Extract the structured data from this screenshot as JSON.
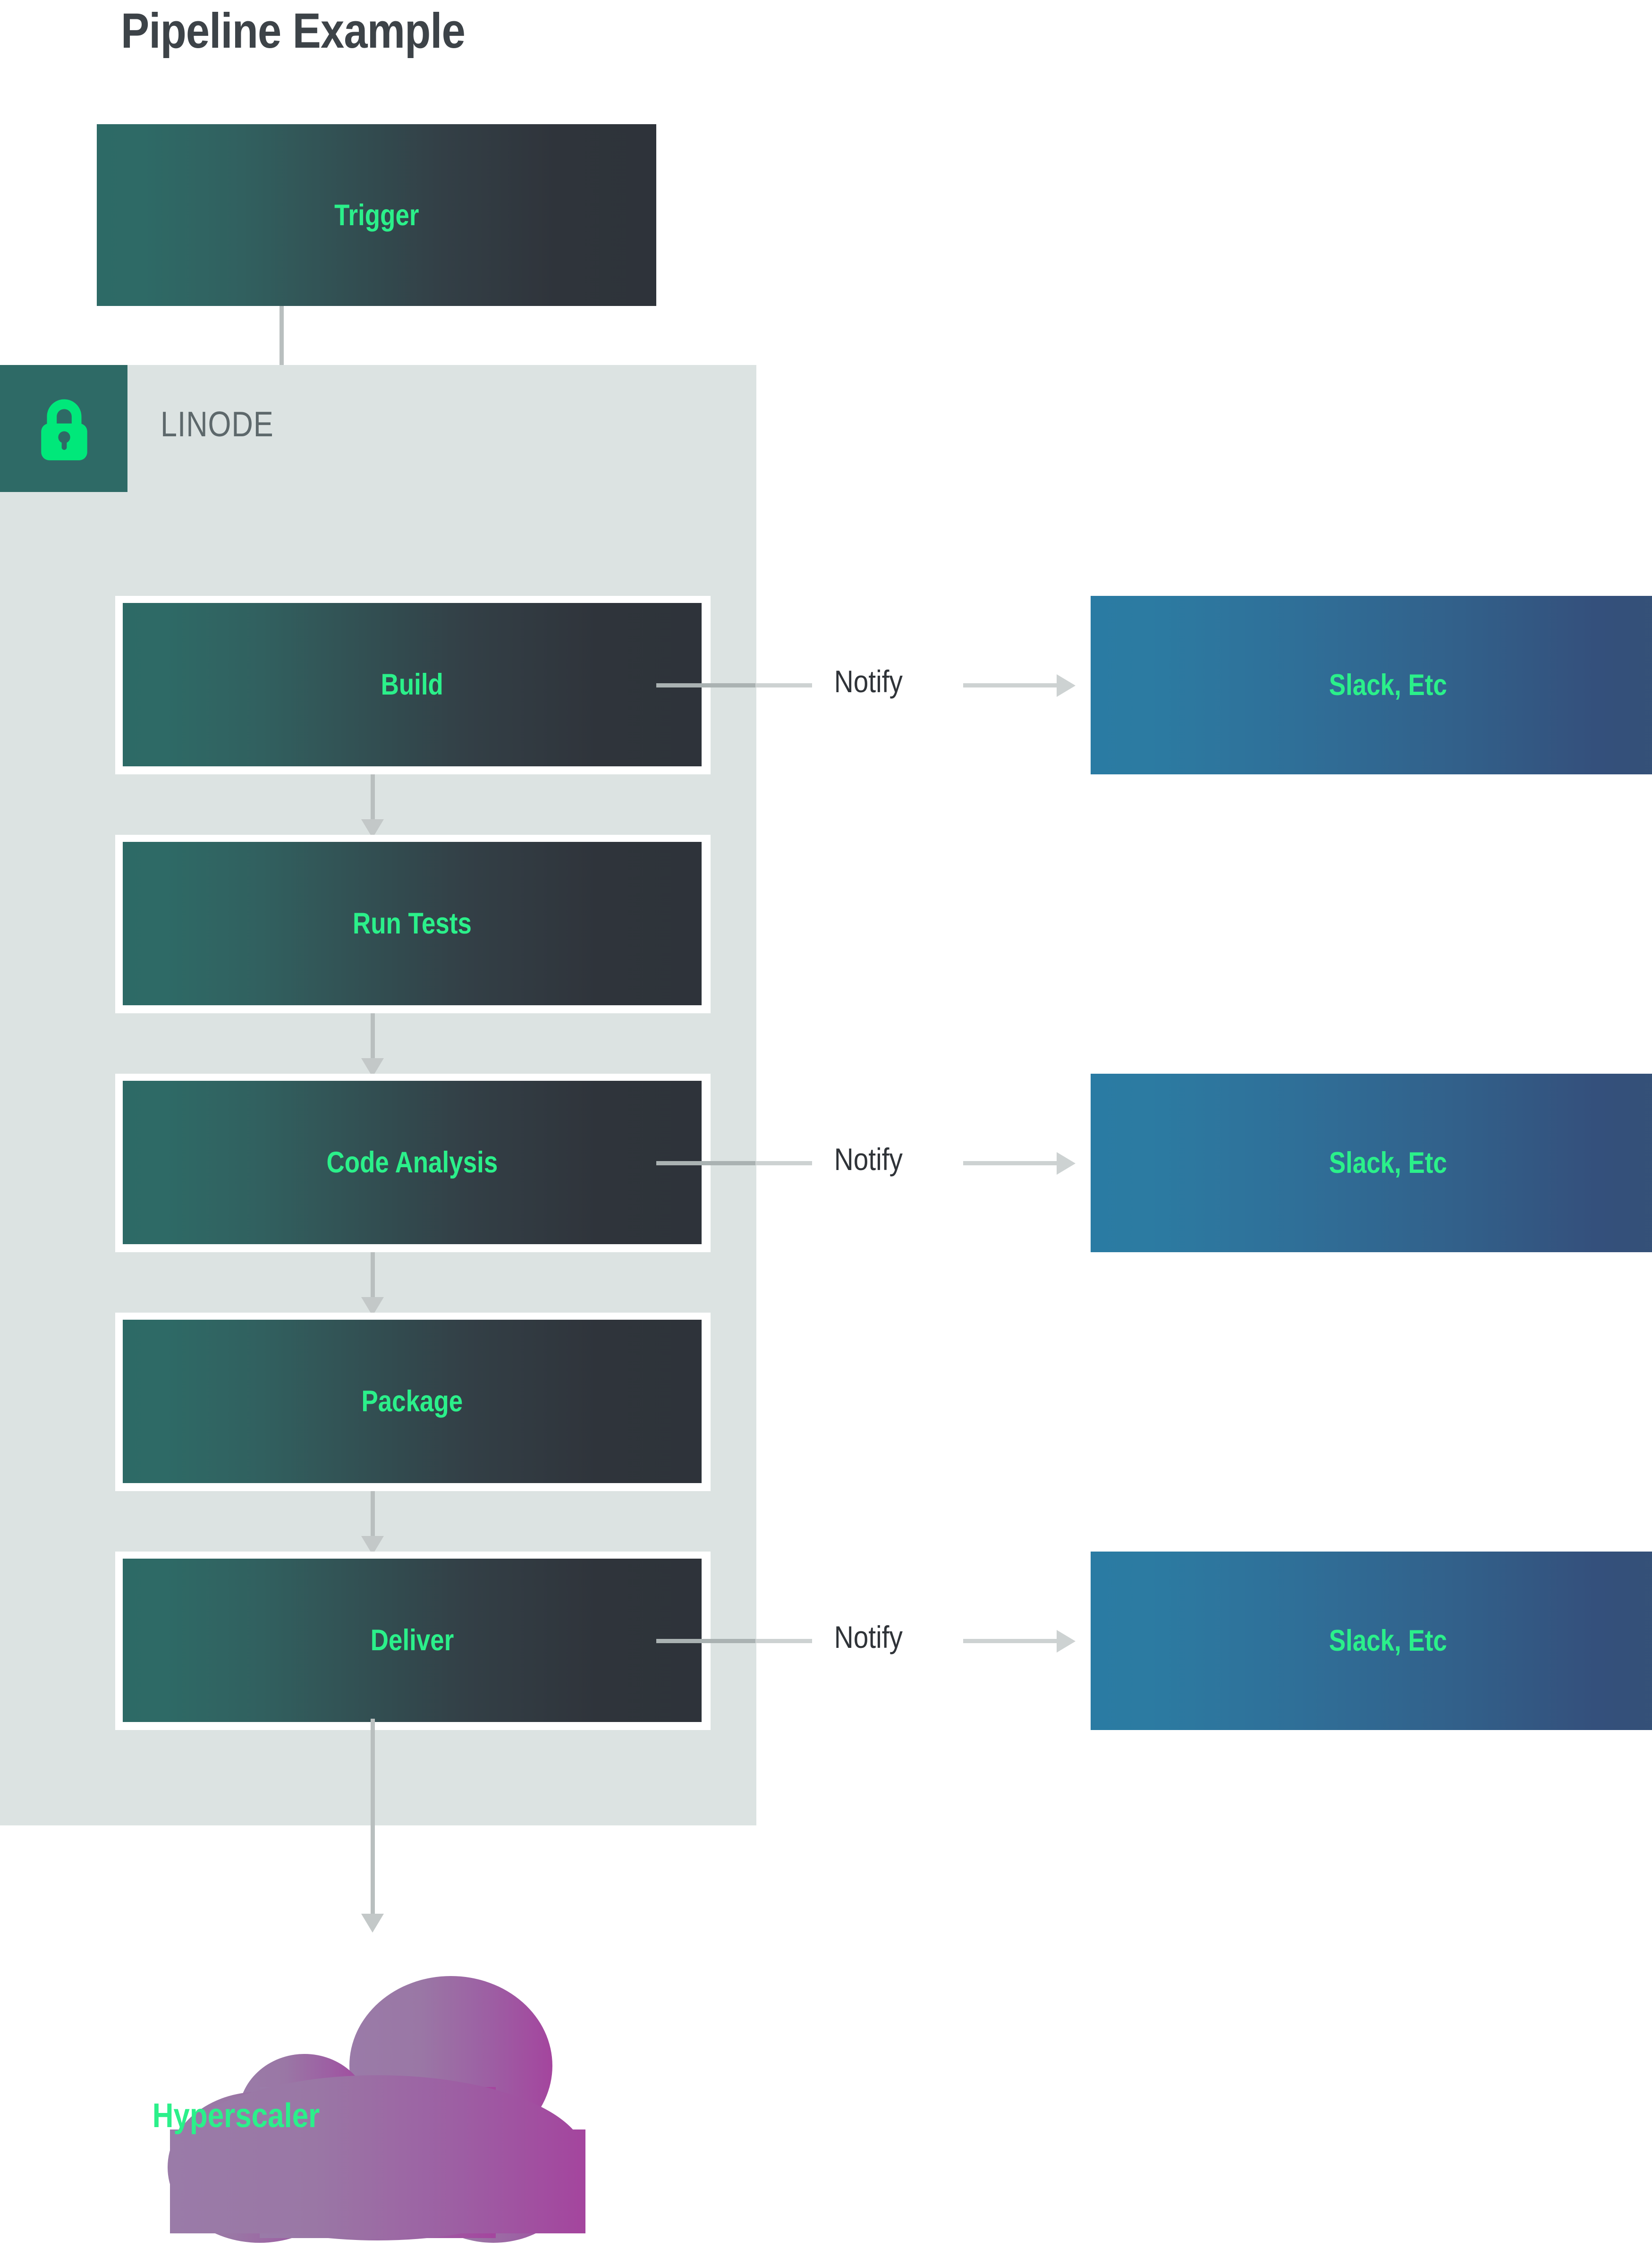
{
  "title": "Pipeline Example",
  "colors": {
    "accent_green": "#2bf08a",
    "lock_green": "#00e87a",
    "panel_gray": "#dce3e2",
    "lock_badge_teal": "#2e6a66",
    "title_slate": "#3d4348",
    "linode_label_gray": "#5d686b",
    "arrow_gray": "#b9bfbf",
    "stage_gradient_from": "#2d6a66",
    "stage_gradient_to": "#2e333a",
    "slack_gradient_from": "#2a7ba3",
    "slack_gradient_to": "#355175",
    "cloud_gradient_from": "#9b7ba6",
    "cloud_gradient_to": "#a3489e"
  },
  "trigger": {
    "label": "Trigger"
  },
  "linode": {
    "label": "LINODE",
    "lock_icon": "lock-icon"
  },
  "stages": [
    {
      "label": "Build"
    },
    {
      "label": "Run Tests"
    },
    {
      "label": "Code Analysis"
    },
    {
      "label": "Package"
    },
    {
      "label": "Deliver"
    }
  ],
  "notifications": [
    {
      "edge_label": "Notify",
      "target_label": "Slack, Etc"
    },
    {
      "edge_label": "Notify",
      "target_label": "Slack, Etc"
    },
    {
      "edge_label": "Notify",
      "target_label": "Slack, Etc"
    }
  ],
  "cloud": {
    "label": "Hyperscaler"
  }
}
